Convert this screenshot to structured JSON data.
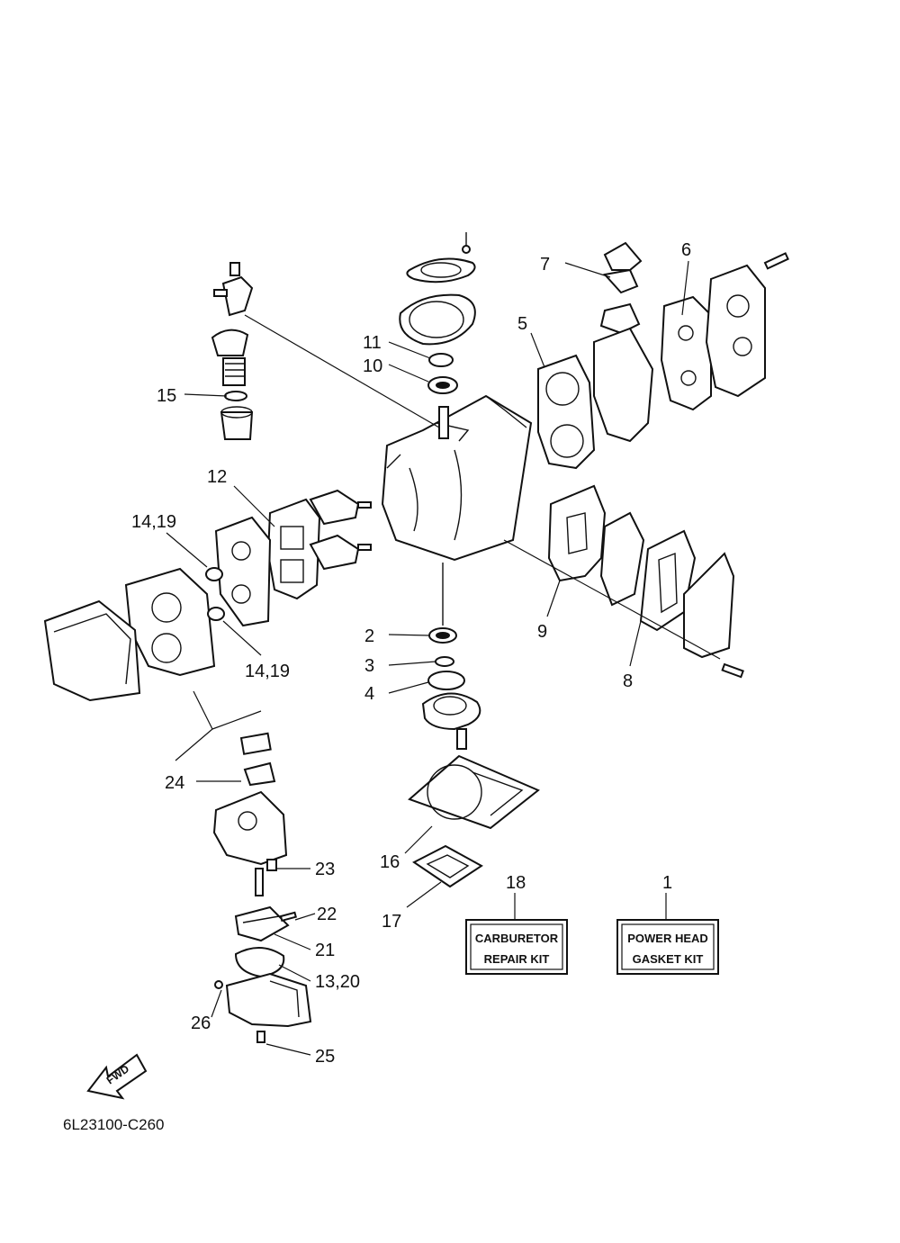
{
  "callouts": {
    "c1": "1",
    "c2": "2",
    "c3": "3",
    "c4": "4",
    "c5": "5",
    "c6": "6",
    "c7": "7",
    "c8": "8",
    "c9": "9",
    "c10": "10",
    "c11": "11",
    "c12": "12",
    "c14_19a": "14,19",
    "c14_19b": "14,19",
    "c15": "15",
    "c16": "16",
    "c17": "17",
    "c18": "18",
    "c21": "21",
    "c22": "22",
    "c23": "23",
    "c24": "24",
    "c25": "25",
    "c26": "26",
    "c13_20": "13,20"
  },
  "kits": {
    "carburetor": {
      "line1": "CARBURETOR",
      "line2": "REPAIR KIT"
    },
    "power_head": {
      "line1": "POWER HEAD",
      "line2": "GASKET KIT"
    }
  },
  "fwd_label": "FWD",
  "diagram_code": "6L23100-C260",
  "colors": {
    "ink": "#111111",
    "paper": "#ffffff"
  }
}
